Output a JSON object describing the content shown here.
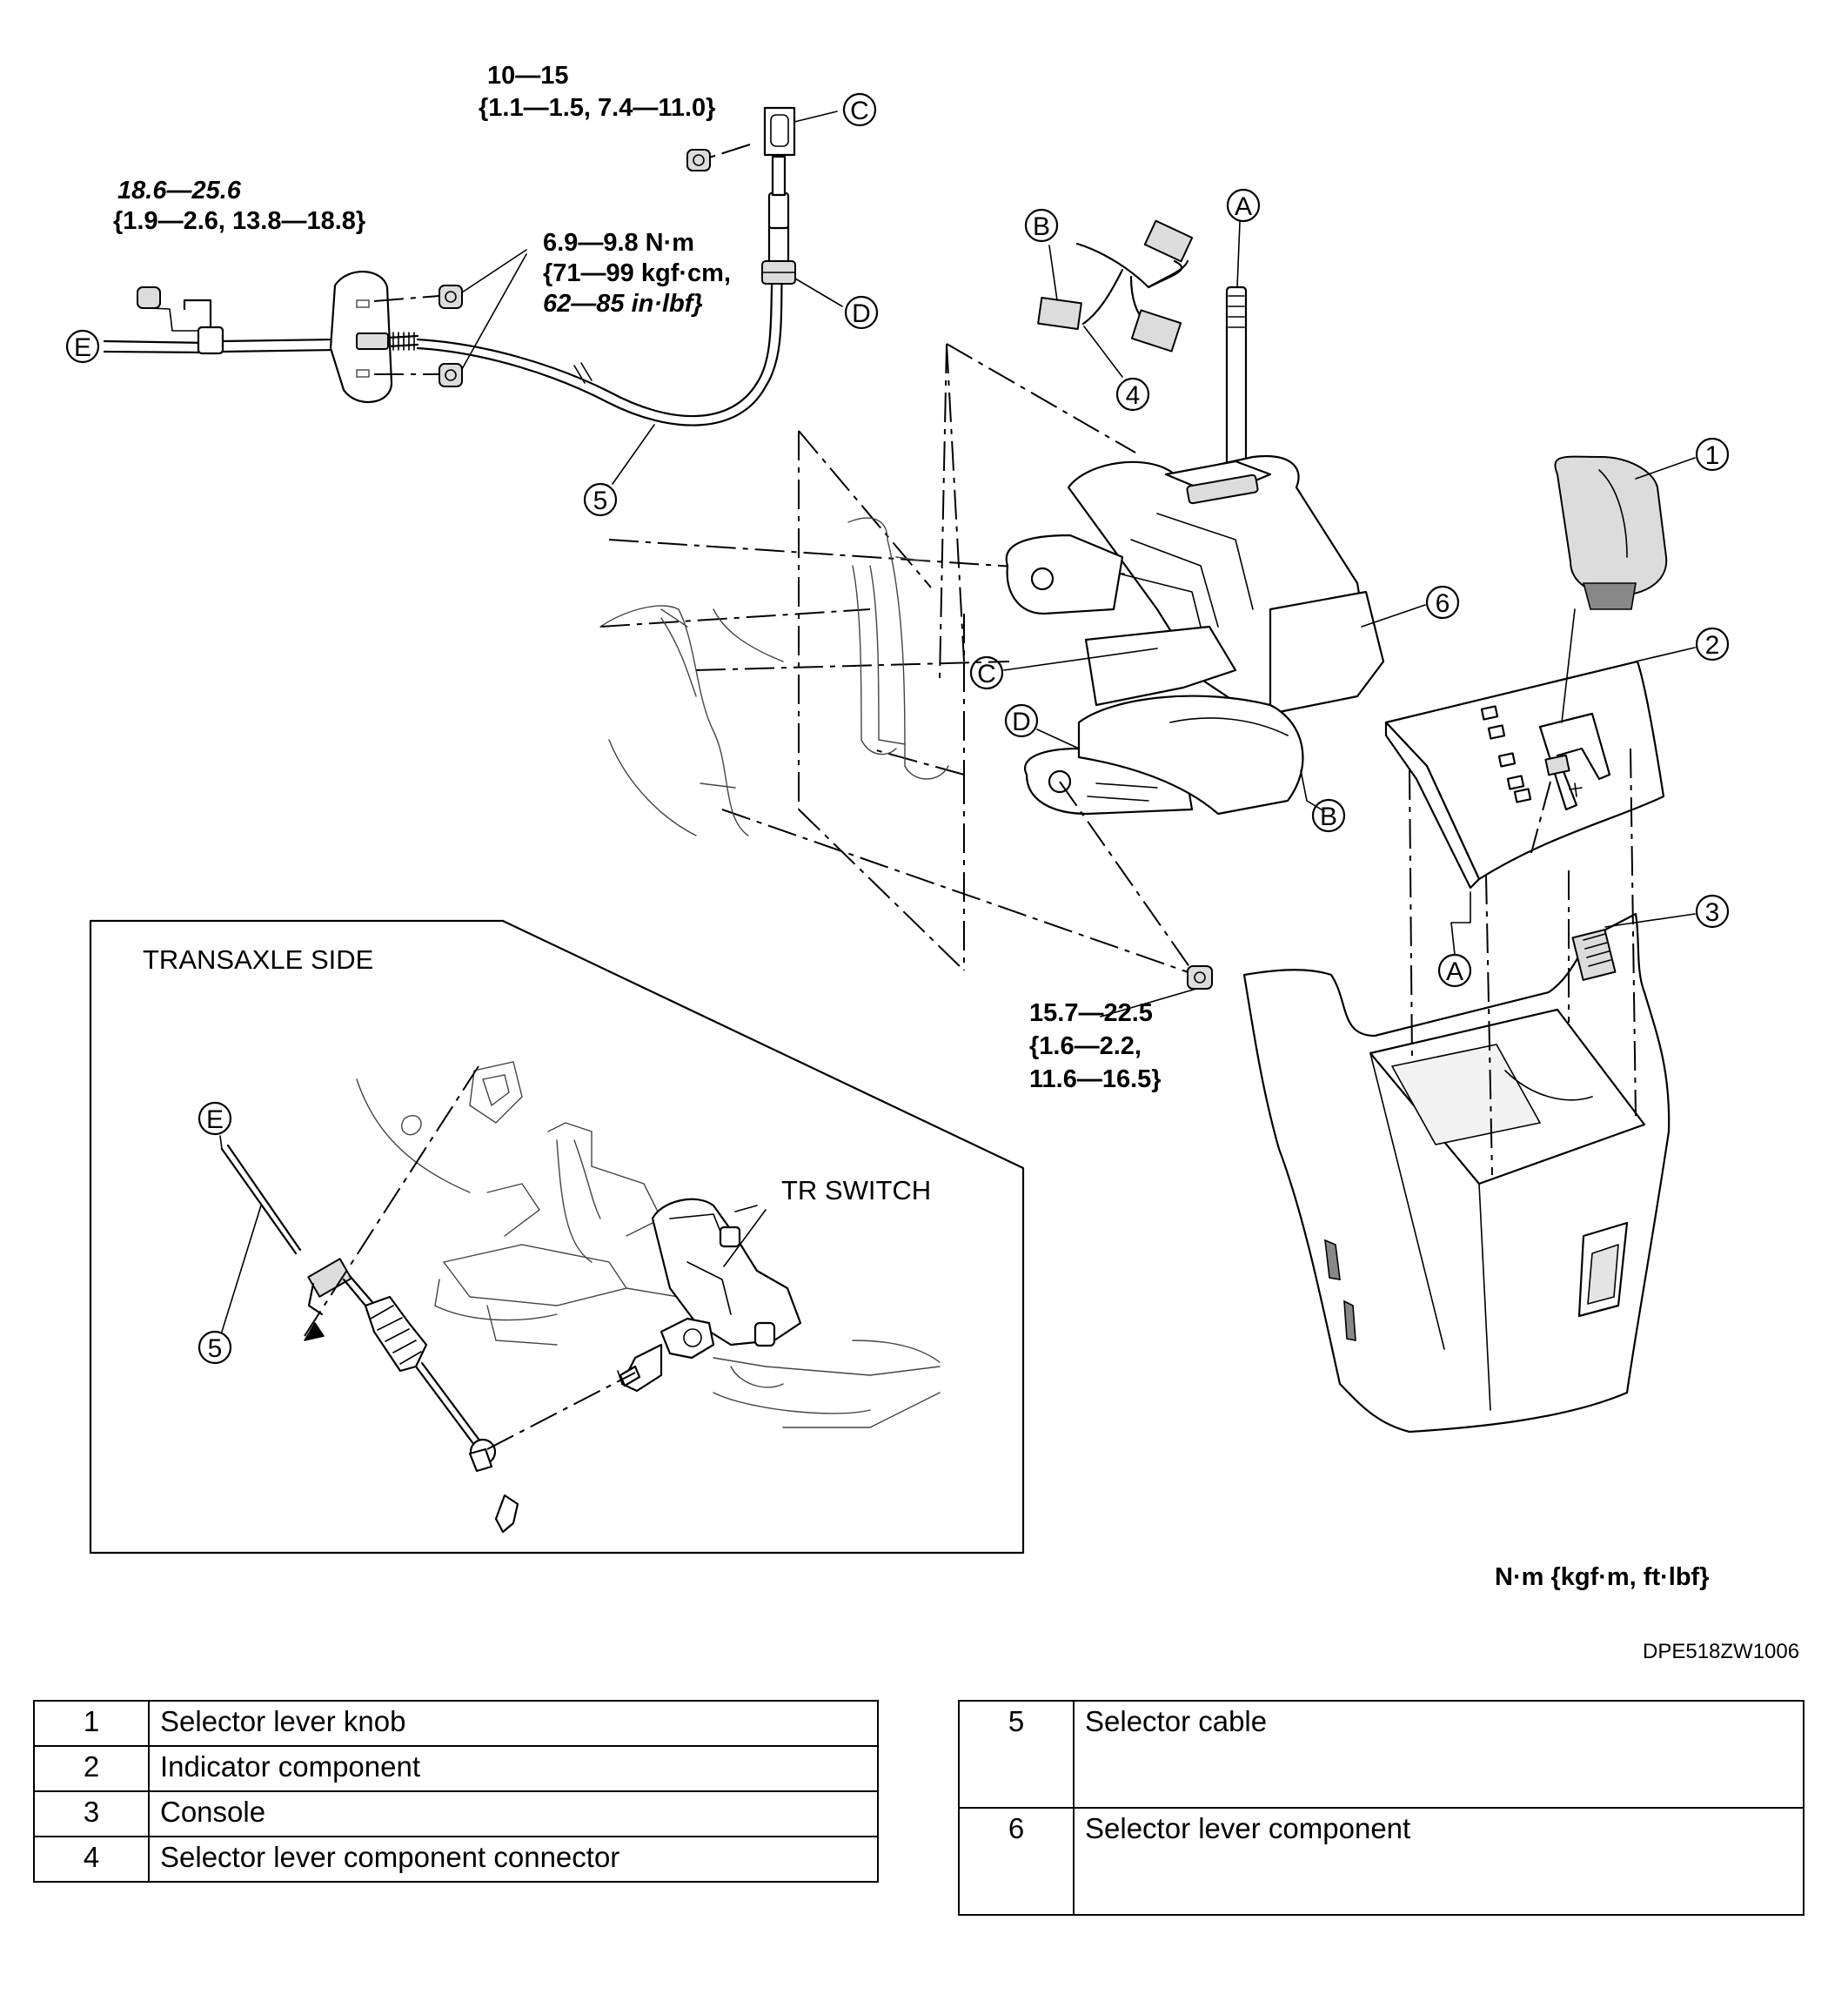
{
  "figure_id": "DPE518ZW1006",
  "units_note": "N·m {kgf·m,  ft·lbf}",
  "inset_title": "TRANSAXLE SIDE",
  "tr_switch_label": "TR SWITCH",
  "torque_specs": {
    "cable_end_nut": {
      "line1": "10—15",
      "line2": "{1.1—1.5, 7.4—11.0}"
    },
    "bracket_bolt": {
      "line1": "18.6—25.6",
      "line2": "{1.9—2.6, 13.8—18.8}"
    },
    "bracket_nuts": {
      "line1": "6.9—9.8 N·m",
      "line2": "{71—99 kgf·cm,",
      "line3": "62—85 in·lbf}"
    },
    "lever_nut": {
      "line1": "15.7—22.5",
      "line2": "{1.6—2.2,",
      "line3": "11.6—16.5}"
    }
  },
  "callouts": {
    "A": "A",
    "B": "B",
    "C": "C",
    "D": "D",
    "E": "E",
    "n1": "1",
    "n2": "2",
    "n3": "3",
    "n4": "4",
    "n5": "5",
    "n6": "6"
  },
  "legend_left": [
    {
      "num": "1",
      "label": "Selector lever knob"
    },
    {
      "num": "2",
      "label": "Indicator component"
    },
    {
      "num": "3",
      "label": "Console"
    },
    {
      "num": "4",
      "label": "Selector lever component connector"
    }
  ],
  "legend_right": [
    {
      "num": "5",
      "label": "Selector cable"
    },
    {
      "num": "6",
      "label": "Selector lever component"
    }
  ]
}
